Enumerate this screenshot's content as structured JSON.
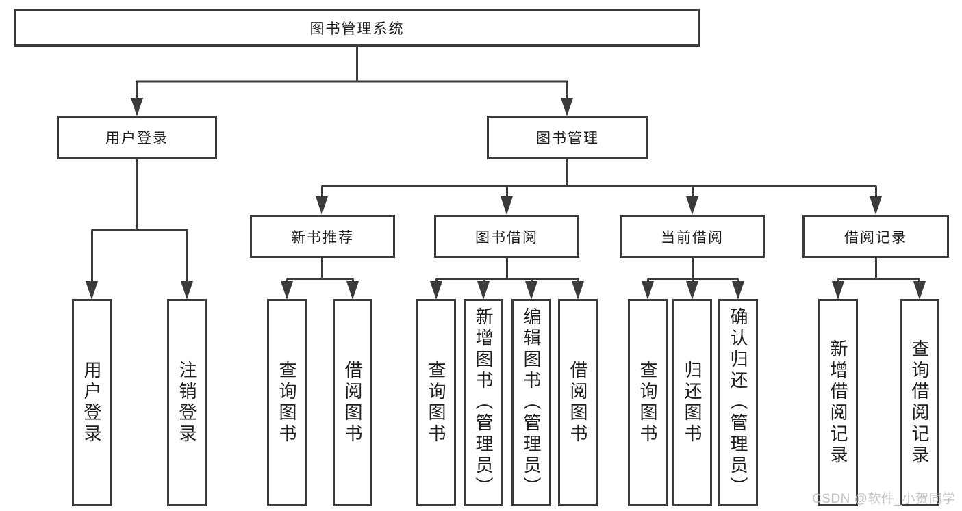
{
  "tree": {
    "root": {
      "label": "图书管理系统"
    },
    "user_login": {
      "label": "用户登录",
      "children": [
        {
          "label": "用户登录"
        },
        {
          "label": "注销登录"
        }
      ]
    },
    "book_mgmt": {
      "label": "图书管理",
      "children": [
        {
          "label": "新书推荐",
          "children": [
            {
              "label": "查询图书"
            },
            {
              "label": "借阅图书"
            }
          ]
        },
        {
          "label": "图书借阅",
          "children": [
            {
              "label": "查询图书"
            },
            {
              "label": "新增图书（管理员）"
            },
            {
              "label": "编辑图书（管理员）"
            },
            {
              "label": "借阅图书"
            }
          ]
        },
        {
          "label": "当前借阅",
          "children": [
            {
              "label": "查询图书"
            },
            {
              "label": "归还图书"
            },
            {
              "label": "确认归还（管理员）"
            }
          ]
        },
        {
          "label": "借阅记录",
          "children": [
            {
              "label": "新增借阅记录"
            },
            {
              "label": "查询借阅记录"
            }
          ]
        }
      ]
    }
  },
  "watermark": {
    "text": "CSDN @软件_小贺同学"
  },
  "colors": {
    "line": "#3b3b3b",
    "box_border": "#3b3b3b",
    "box_background": "#ffffff",
    "label_text": "#1e1e1e",
    "watermark_text": "#c7c3c3",
    "page_background": "#ffffff"
  }
}
